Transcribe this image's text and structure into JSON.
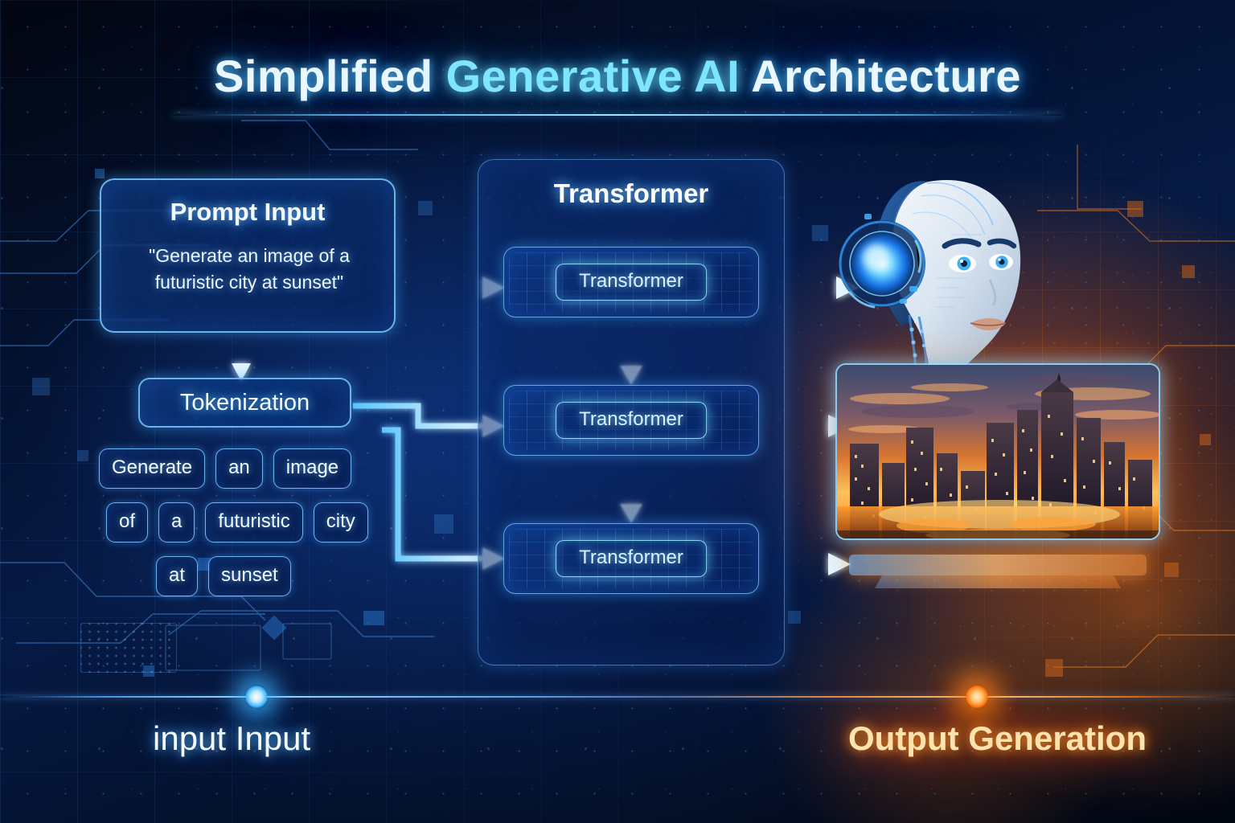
{
  "title": {
    "lead": "Simplified ",
    "accent": "Generative AI",
    "tail": " Architecture",
    "full": "Simplified Generative AI Architecture"
  },
  "prompt": {
    "heading": "Prompt Input",
    "text": "\"Generate an image of a futuristic city at sunset\""
  },
  "tokenization": {
    "heading": "Tokenization",
    "rows": [
      [
        "Generate",
        "an",
        "image"
      ],
      [
        "of",
        "a",
        "futuristic",
        "city"
      ],
      [
        "at",
        "sunset"
      ]
    ]
  },
  "transformer": {
    "heading": "Transformer",
    "blocks": [
      {
        "label": "Transformer"
      },
      {
        "label": "Transformer"
      },
      {
        "label": "Transformer"
      }
    ]
  },
  "output": {
    "robot_alt": "ai-robot-head",
    "screen_alt": "generated-futuristic-city-at-sunset"
  },
  "axis": {
    "input_label": "input Input",
    "output_label": "Output Generation"
  },
  "colors": {
    "bg_deep": "#02060f",
    "blue_panel": "#0f3a80",
    "cyan_accent": "#7fe6ff",
    "arrow": "#bfe9ff",
    "orange_accent": "#ff7a10",
    "output_text": "#ffe2ad",
    "rule": "#5fbdff"
  },
  "icons": {
    "arrow_down": "arrow-down-icon",
    "arrow_right": "arrow-right-icon",
    "node_input": "input-node-icon",
    "node_output": "output-node-icon"
  }
}
